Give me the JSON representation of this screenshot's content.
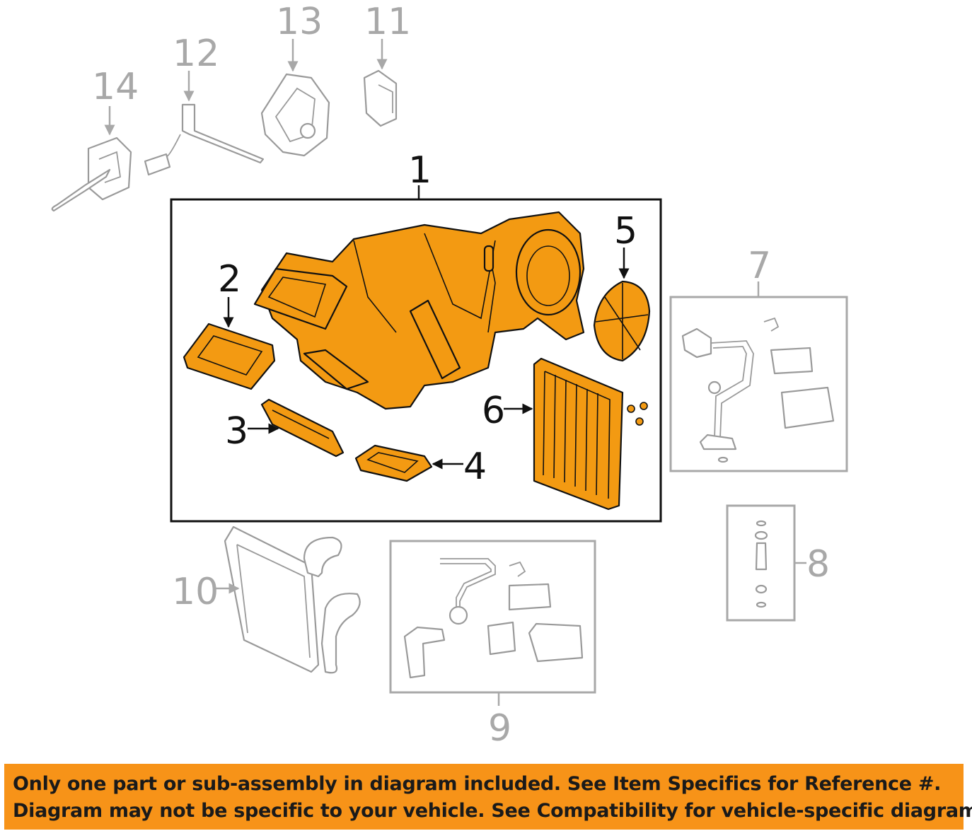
{
  "callouts": {
    "c1": "1",
    "c2": "2",
    "c3": "3",
    "c4": "4",
    "c5": "5",
    "c6": "6",
    "c7": "7",
    "c8": "8",
    "c9": "9",
    "c10": "10",
    "c11": "11",
    "c12": "12",
    "c13": "13",
    "c14": "14"
  },
  "notice": {
    "line1": "Only one part or sub-assembly in diagram included. See Item Specifics for Reference #.",
    "line2": "Diagram may not be specific to your vehicle. See Compatibility for vehicle-specific diagrams."
  },
  "colors": {
    "highlight": "#f39a12",
    "banner": "#f79318",
    "ghost": "#a8a8a8"
  }
}
